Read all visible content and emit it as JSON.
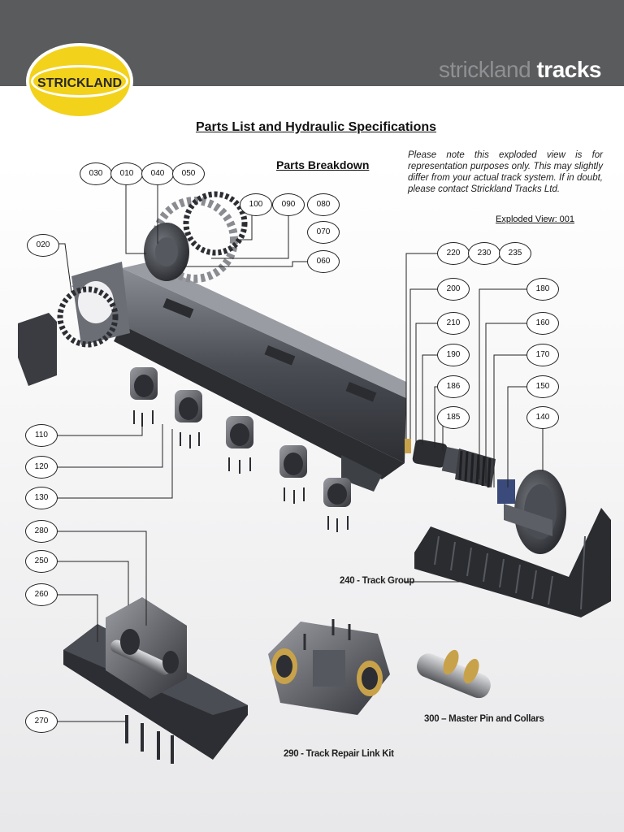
{
  "header": {
    "logo_text": "STRICKLAND",
    "brand_light": "strickland",
    "brand_bold": "tracks"
  },
  "document": {
    "title": "Parts List and Hydraulic Specifications",
    "subtitle": "Parts Breakdown",
    "note": "Please note this exploded view is for representation purposes only. This may slightly differ from your actual track system. If in doubt, please contact Strickland Tracks Ltd.",
    "view_label": "Exploded View:    001"
  },
  "callouts": [
    {
      "id": "030",
      "label": "030"
    },
    {
      "id": "010",
      "label": "010"
    },
    {
      "id": "040",
      "label": "040"
    },
    {
      "id": "050",
      "label": "050"
    },
    {
      "id": "100",
      "label": "100"
    },
    {
      "id": "090",
      "label": "090"
    },
    {
      "id": "080",
      "label": "080"
    },
    {
      "id": "070",
      "label": "070"
    },
    {
      "id": "060",
      "label": "060"
    },
    {
      "id": "020",
      "label": "020"
    },
    {
      "id": "220",
      "label": "220"
    },
    {
      "id": "230",
      "label": "230"
    },
    {
      "id": "235",
      "label": "235"
    },
    {
      "id": "200",
      "label": "200"
    },
    {
      "id": "180",
      "label": "180"
    },
    {
      "id": "210",
      "label": "210"
    },
    {
      "id": "160",
      "label": "160"
    },
    {
      "id": "190",
      "label": "190"
    },
    {
      "id": "170",
      "label": "170"
    },
    {
      "id": "186",
      "label": "186"
    },
    {
      "id": "150",
      "label": "150"
    },
    {
      "id": "185",
      "label": "185"
    },
    {
      "id": "140",
      "label": "140"
    },
    {
      "id": "110",
      "label": "110"
    },
    {
      "id": "120",
      "label": "120"
    },
    {
      "id": "130",
      "label": "130"
    },
    {
      "id": "280",
      "label": "280"
    },
    {
      "id": "250",
      "label": "250"
    },
    {
      "id": "260",
      "label": "260"
    },
    {
      "id": "270",
      "label": "270"
    }
  ],
  "captions": {
    "track_group": "240 - Track Group",
    "master_pin": "300 – Master Pin and Collars",
    "repair_kit": "290 - Track Repair Link Kit"
  },
  "colors": {
    "header_band": "#5a5b5d",
    "logo_yellow": "#f2d21b",
    "metal_dark": "#3b3d42",
    "metal_mid": "#5c5f66"
  }
}
